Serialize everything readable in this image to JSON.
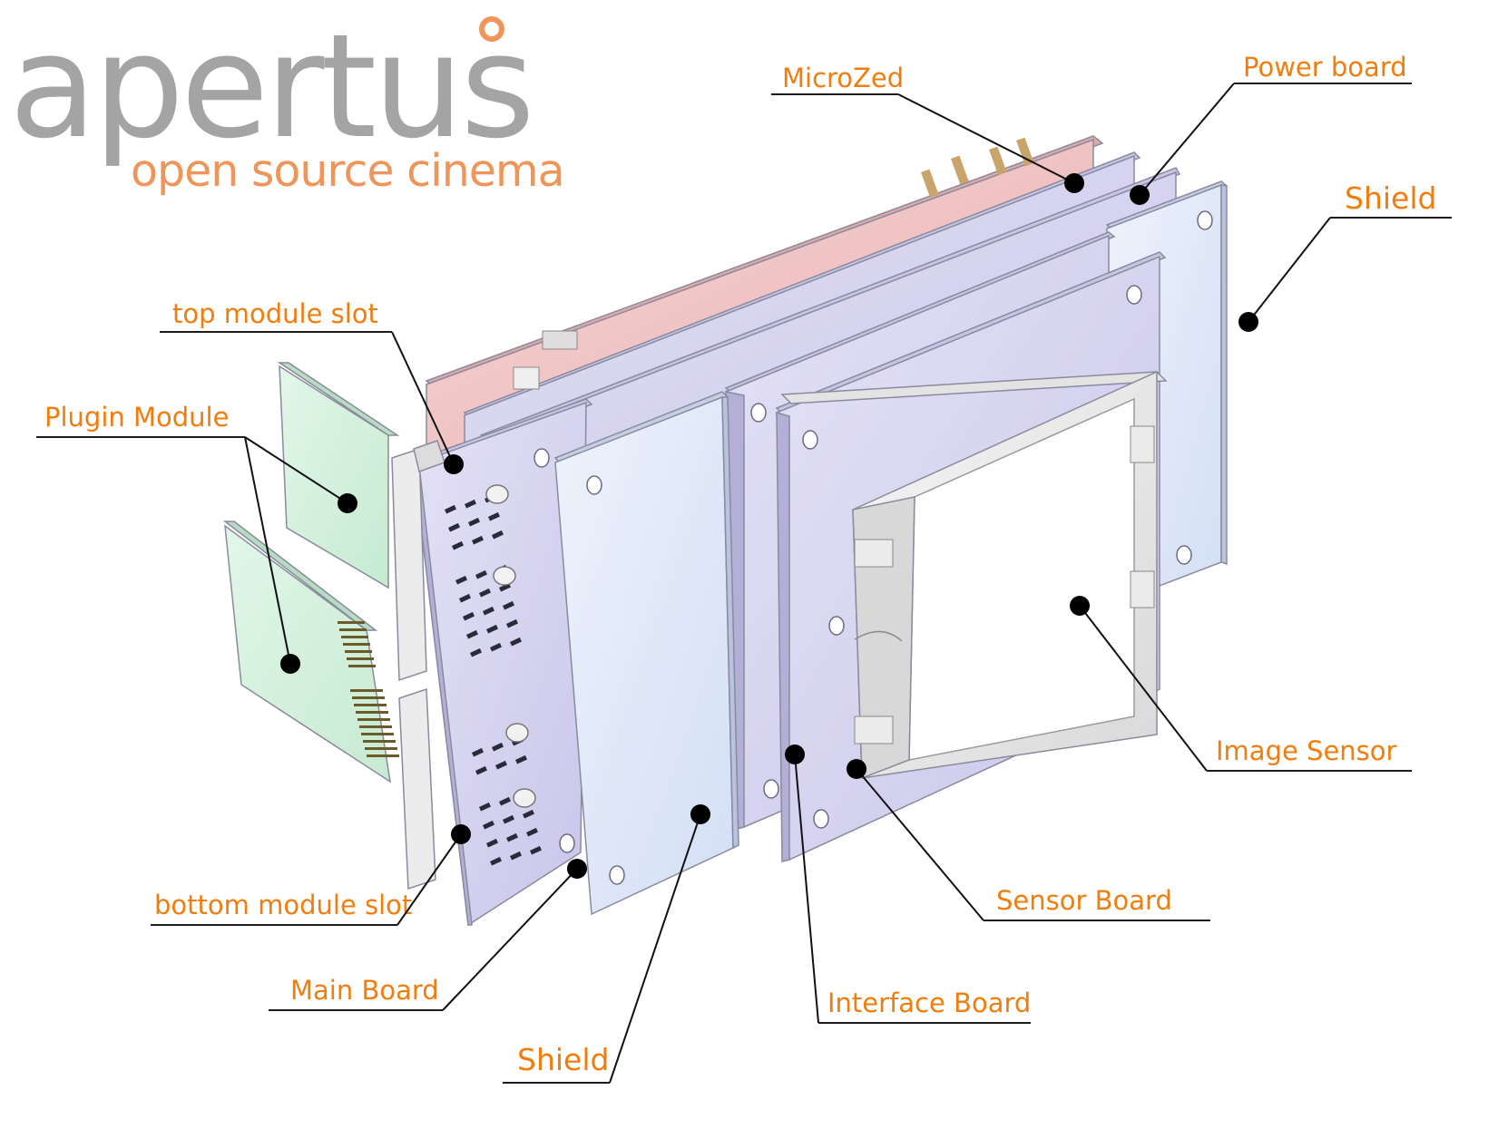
{
  "logo": {
    "wordmark": "apertus",
    "tagline": "open source cinema",
    "wordmark_color": "#a4a4a4",
    "accent_color": "#f0955a"
  },
  "labels": {
    "microzed": "MicroZed",
    "power_board": "Power board",
    "shield_right": "Shield",
    "top_module_slot": "top module slot",
    "plugin_module": "Plugin Module",
    "image_sensor": "Image Sensor",
    "sensor_board": "Sensor Board",
    "bottom_module_slot": "bottom module slot",
    "main_board": "Main Board",
    "interface_board": "Interface Board",
    "shield_bottom": "Shield"
  },
  "colors": {
    "label_text": "#f07d0d",
    "microzed_board": "#f2c6c6",
    "power_board": "#d9d6f0",
    "main_board": "#d9d6f2",
    "shield": "#dce5f7",
    "plugin_module": "#d4f0dc",
    "sensor_socket": "#ebebeb"
  }
}
